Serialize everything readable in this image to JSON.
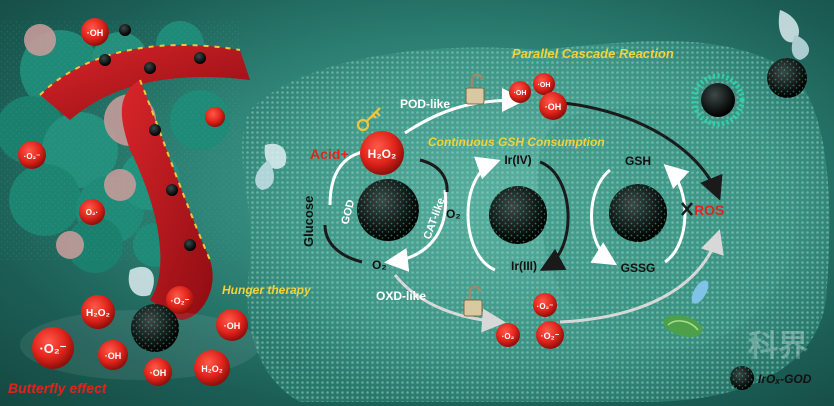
{
  "labels": {
    "parallel_cascade": "Parallel Cascade Reaction",
    "continuous_gsh": "Continuous GSH Consumption",
    "hunger_therapy": "Hunger therapy",
    "butterfly_effect": "Butterfly effect",
    "pod_like": "POD-like",
    "oxd_like": "OXD-like",
    "god": "GOD",
    "cat_like": "CAT-like",
    "glucose": "Glucose",
    "acid_plus": "Acid+",
    "h2o2_center": "H₂O₂",
    "o2_bottom": "O₂",
    "o2_mid": "O₂",
    "ir_iv": "Ir(IV)",
    "ir_iii": "Ir(III)",
    "gsh": "GSH",
    "gssg": "GSSG",
    "ros": "ROS",
    "legend": "IrOₓ-GOD",
    "watermark": "科界"
  },
  "radicals": {
    "oh_vessel": "·OH",
    "o2_vessel": "·O₂⁻",
    "o_vessel_low": "O₂·",
    "h2o2_bl": "H₂O₂",
    "o2_bl_center": "·O₂⁻",
    "o2_bl_left": "·O₂⁻",
    "oh_bl_right": "·OH",
    "oh_bl_bottom": "·OH",
    "oh_bl_low": "·OH",
    "h2o2_bl_right": "H₂O₂",
    "oh_top_1": "·OH",
    "oh_top_2": "·OH",
    "oh_top_3": "·OH",
    "o2_bot_1": "·O₂⁻",
    "o2_bot_2": "·O₂",
    "o2_bot_3": "·O₂⁻"
  },
  "colors": {
    "background": "#2f8577",
    "radical_red": "#e0241b",
    "ros_red": "#e0241b",
    "title_yellow": "#f2d23a",
    "vessel_red": "#b5151b",
    "tumor_teal": "#1f8a78"
  }
}
